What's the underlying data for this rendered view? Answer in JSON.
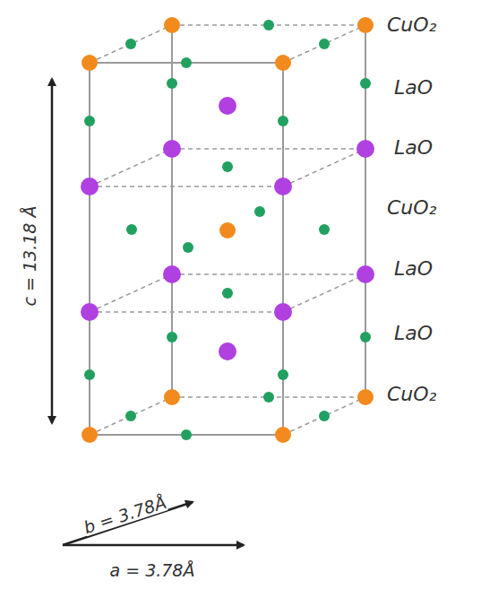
{
  "diagram": {
    "labels": [
      "CuO₂",
      "LaO",
      "LaO",
      "CuO₂",
      "LaO",
      "LaO",
      "CuO₂",
      "c = 13.18 Å",
      "b = 3.78Å",
      "a = 3.78Å"
    ]
  }
}
